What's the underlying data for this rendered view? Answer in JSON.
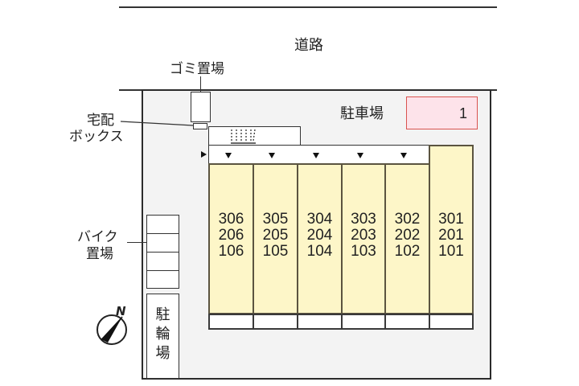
{
  "road": {
    "label": "道路"
  },
  "garbage": {
    "label": "ゴミ置場"
  },
  "delivery_box": {
    "label_line1": "宅配",
    "label_line2": "ボックス"
  },
  "parking": {
    "label": "駐車場",
    "count": "1",
    "fill": "#fce4ec",
    "border": "#d9534f"
  },
  "bike_parking": {
    "label_line1": "バイク",
    "label_line2": "置場",
    "slots": 4
  },
  "bicycle_parking": {
    "chars": [
      "駐",
      "輪",
      "場"
    ]
  },
  "compass": {
    "label": "N"
  },
  "colors": {
    "unit_fill": "#fdf6c8",
    "unit_border": "#5b5440",
    "ground": "#f3f3f3"
  },
  "units": [
    {
      "floors": [
        "306",
        "206",
        "106"
      ]
    },
    {
      "floors": [
        "305",
        "205",
        "105"
      ]
    },
    {
      "floors": [
        "304",
        "204",
        "104"
      ]
    },
    {
      "floors": [
        "303",
        "203",
        "103"
      ]
    },
    {
      "floors": [
        "302",
        "202",
        "102"
      ]
    },
    {
      "floors": [
        "301",
        "201",
        "101"
      ]
    }
  ]
}
